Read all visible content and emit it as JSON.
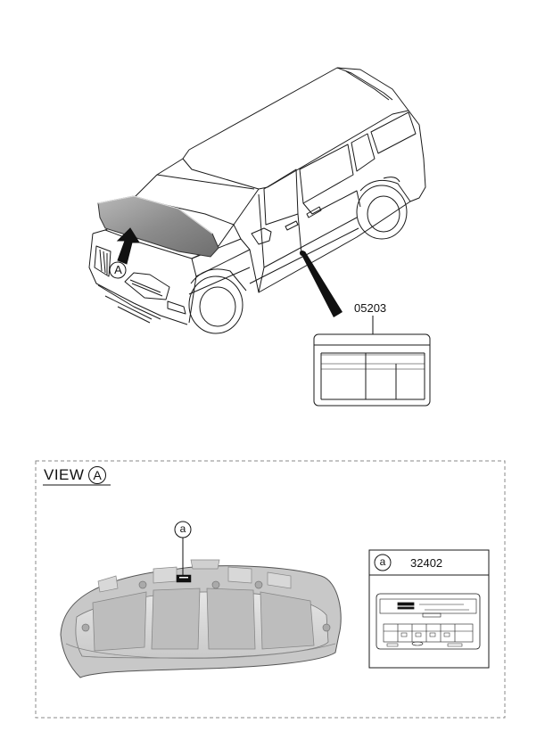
{
  "top_view": {
    "view_marker": "A",
    "label_part_number": "05203"
  },
  "view_panel": {
    "title_word": "VIEW",
    "title_marker": "A",
    "callout_marker": "a",
    "detail_box": {
      "marker": "a",
      "part_number": "32402"
    }
  },
  "colors": {
    "line": "#1a1a1a",
    "hood_fill": "#9a9a9a",
    "dashed_border": "#8a8a8a"
  }
}
